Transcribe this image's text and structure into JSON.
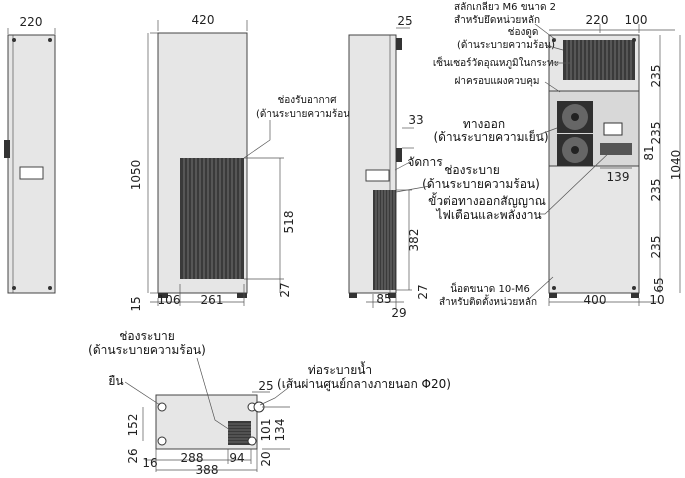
{
  "front": {
    "width": "420",
    "height": "1050",
    "intake_height": "518",
    "intake_width": "261",
    "left_offset": "106",
    "bottom_gap": "15",
    "bottom_offset": "27",
    "intake_label_1": "ช่องรับอากาศ",
    "intake_label_2": "(ด้านระบายความร้อน)"
  },
  "left_side": {
    "width": "220"
  },
  "right_side": {
    "top_dim": "25",
    "dim_33": "33",
    "outlet_width": "85",
    "depth": "29",
    "height_382": "382",
    "bottom_27": "27",
    "handle_label": "จัดการ",
    "outlet_label_1": "ช่องระบาย",
    "outlet_label_2": "(ด้านระบายความร้อน)"
  },
  "rear": {
    "top_220": "220",
    "top_100": "100",
    "right_dims": [
      "235",
      "235",
      "235",
      "235"
    ],
    "dim_65": "65",
    "dim_1040": "1040",
    "dim_81": "81",
    "dim_139": "139",
    "bottom_400": "400",
    "bottom_10": "10",
    "label_bolt_1": "สลักเกลียว M6 ขนาด 2",
    "label_bolt_2": "สำหรับยึดหน่วยหลัก",
    "label_intake_1": "ช่องดูด",
    "label_intake_2": "(ด้านระบายความร้อน)",
    "label_sensor": "เซ็นเซอร์วัดอุณหภูมิในกระทะ",
    "label_cover": "ฝาครอบแผงควบคุม",
    "label_exit_1": "ทางออก",
    "label_exit_2": "(ด้านระบายความเย็น)",
    "label_terminal_1": "ขั้วต่อทางออกสัญญาณ",
    "label_terminal_2": "ไฟเตือนและพลังงาน",
    "label_nut_1": "น็อตขนาด 10-M6",
    "label_nut_2": "สำหรับติดตั้งหน่วยหลัก"
  },
  "bottom": {
    "label_outlet_1": "ช่องระบาย",
    "label_outlet_2": "(ด้านระบายความร้อน)",
    "label_foot": "ยืน",
    "label_drain_1": "ท่อระบายน้ำ",
    "label_drain_2": "(เส้นผ่านศูนย์กลางภายนอก Φ20)",
    "dim_25": "25",
    "dim_152": "152",
    "dim_26": "26",
    "dim_16": "16",
    "dim_288": "288",
    "dim_94": "94",
    "dim_388": "388",
    "dim_20": "20",
    "dim_101": "101",
    "dim_134": "134"
  }
}
